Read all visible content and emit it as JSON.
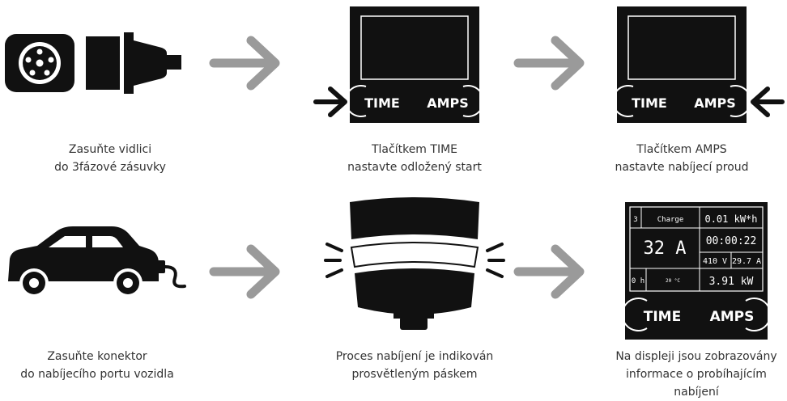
{
  "colors": {
    "icon": "#111111",
    "arrow": "#9a9a9a",
    "background": "#ffffff",
    "text": "#333333"
  },
  "steps": [
    {
      "caption": [
        "Zasuňte vidlici",
        "do 3fázové zásuvky"
      ]
    },
    {
      "caption": [
        "Tlačítkem TIME",
        "nastavte odložený start"
      ]
    },
    {
      "caption": [
        "Tlačítkem AMPS",
        "nastavte nabíjecí proud"
      ]
    },
    {
      "caption": [
        "Zasuňte konektor",
        "do nabíjecího portu vozidla"
      ]
    },
    {
      "caption": [
        "Proces nabíjení je indikován",
        "prosvětleným páskem"
      ]
    },
    {
      "caption": [
        "Na displeji jsou zobrazovány",
        "informace o probíhajícím",
        "nabíjení"
      ]
    }
  ],
  "buttons": {
    "time": "TIME",
    "amps": "AMPS"
  },
  "display": {
    "phase": "3",
    "mode": "Charge",
    "energy": "0.01 kW*h",
    "current": "32 A",
    "elapsed": "00:00:22",
    "voltage": "410 V",
    "amps_measured": "29.7 A",
    "delay": "0 h",
    "temperature": "20 °C",
    "power": "3.91 kW"
  }
}
